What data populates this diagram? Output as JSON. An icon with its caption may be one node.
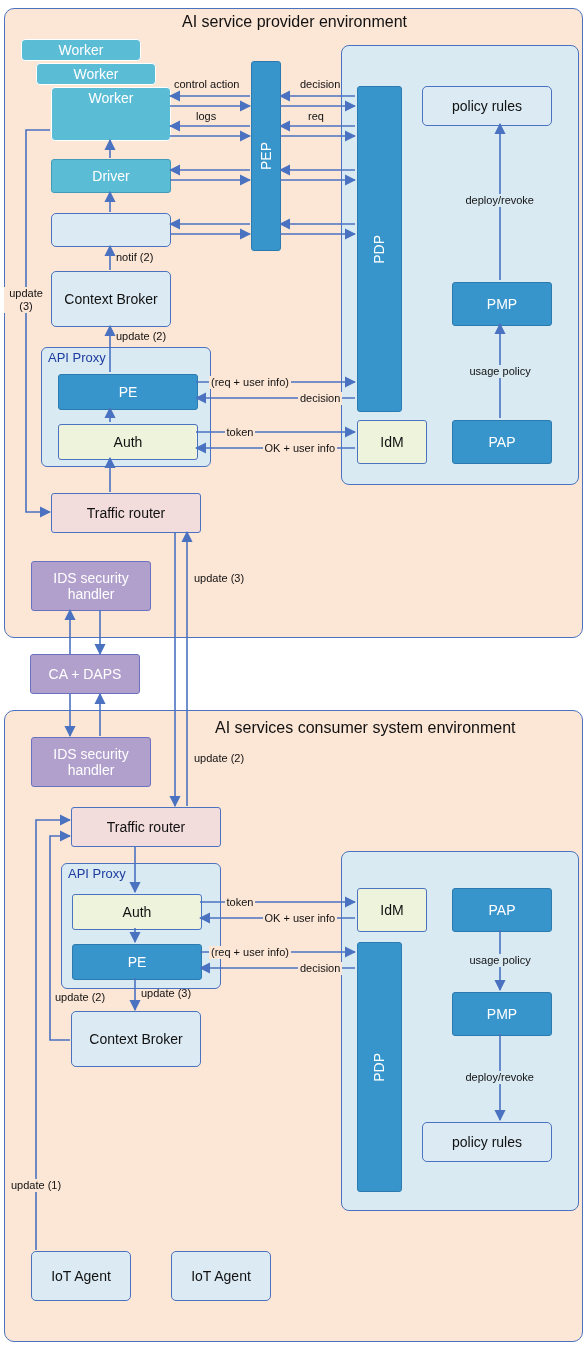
{
  "diagram": {
    "nodes": [
      {
        "text": [
          "CA + DAPS"
        ]
      },
      {
        "text": [
          "AI services consumer system environment"
        ]
      },
      {
        "text": [
          "IoT Agent"
        ],
        "in": 1
      },
      {
        "text": [
          "IoT Agent"
        ],
        "in": 1
      },
      {
        "text": [
          "Context Broker"
        ],
        "in": 1
      },
      {
        "text": [
          "API Proxy"
        ],
        "in": 1
      },
      {
        "text": [
          "PE"
        ],
        "in": 5
      },
      {
        "text": [
          "Auth"
        ],
        "in": 5
      },
      {
        "text": [
          "Traffic router"
        ],
        "in": 1
      },
      {
        "text": [
          "IDS security handler"
        ],
        "in": 1
      },
      {
        "text": [],
        "shape": "box",
        "in": 1
      },
      {
        "text": [
          "IdM"
        ],
        "in": 10
      },
      {
        "text": [
          "PAP"
        ],
        "in": 10
      },
      {
        "text": [
          "PDP"
        ],
        "in": 10
      },
      {
        "text": [
          "PMP"
        ],
        "in": 10
      },
      {
        "text": [
          "policy rules"
        ],
        "in": 10
      },
      {
        "text": [
          "AI service provider environment"
        ]
      },
      {
        "text": [
          "IDS security handler"
        ],
        "in": 16
      },
      {
        "text": [
          "Traffic router"
        ],
        "in": 16
      },
      {
        "text": [
          "API Proxy"
        ],
        "in": 16
      },
      {
        "text": [
          "Auth"
        ],
        "in": 19
      },
      {
        "text": [
          "PE"
        ],
        "in": 19
      },
      {
        "text": [
          "Context Broker"
        ],
        "in": 16
      },
      {
        "text": [],
        "shape": "box",
        "in": 16
      },
      {
        "text": [
          "Driver"
        ],
        "in": 16
      },
      {
        "text": [
          "Worker"
        ],
        "in": 16
      },
      {
        "text": [
          "Worker"
        ],
        "in": 16
      },
      {
        "text": [
          "Worker"
        ],
        "in": 16
      },
      {
        "text": [
          "PEP"
        ],
        "in": 16
      },
      {
        "text": [],
        "shape": "box",
        "in": 16
      },
      {
        "text": [
          "IdM"
        ],
        "in": 29
      },
      {
        "text": [
          "PAP"
        ],
        "in": 29
      },
      {
        "text": [
          "PDP"
        ],
        "in": 29
      },
      {
        "text": [
          "PMP"
        ],
        "in": 29
      },
      {
        "text": [
          "policy rules"
        ],
        "in": 29
      }
    ],
    "edges": [
      {
        "from": 2,
        "to": 8,
        "arrow": "to",
        "label": "update (1)"
      },
      {
        "from": 4,
        "to": 8,
        "arrow": "to",
        "label": "update (2)"
      },
      {
        "from": 8,
        "to": 7,
        "arrow": "to"
      },
      {
        "from": 7,
        "to": 6,
        "arrow": "to"
      },
      {
        "from": 6,
        "to": 4,
        "arrow": "to",
        "label": "update (3)"
      },
      {
        "from": 7,
        "to": 11,
        "arrow": "to",
        "label": "token"
      },
      {
        "from": 11,
        "to": 7,
        "arrow": "to",
        "label": "OK + user info"
      },
      {
        "from": 6,
        "to": 13,
        "arrow": "to",
        "label": "(req + user info)"
      },
      {
        "from": 13,
        "to": 6,
        "arrow": "to",
        "label": "decision"
      },
      {
        "from": 12,
        "to": 14,
        "arrow": "to",
        "label": "usage policy"
      },
      {
        "from": 14,
        "to": 15,
        "arrow": "to",
        "label": "deploy/revoke"
      },
      {
        "from": 0,
        "to": 9,
        "arrow": "to"
      },
      {
        "from": 9,
        "to": 0,
        "arrow": "to"
      },
      {
        "from": 0,
        "to": 17,
        "arrow": "to"
      },
      {
        "from": 17,
        "to": 0,
        "arrow": "to"
      },
      {
        "from": 8,
        "to": 18,
        "arrow": "to",
        "label": "update (2)"
      },
      {
        "from": 18,
        "to": 8,
        "arrow": "to",
        "label": "update (3)"
      },
      {
        "from": 18,
        "to": 20,
        "arrow": "to"
      },
      {
        "from": 20,
        "to": 21,
        "arrow": "to"
      },
      {
        "from": 21,
        "to": 22,
        "arrow": "to",
        "label": "update (2)"
      },
      {
        "from": 20,
        "to": 30,
        "arrow": "to",
        "label": "token"
      },
      {
        "from": 30,
        "to": 20,
        "arrow": "to",
        "label": "OK + user info"
      },
      {
        "from": 21,
        "to": 32,
        "arrow": "to",
        "label": "(req + user info)"
      },
      {
        "from": 32,
        "to": 21,
        "arrow": "to",
        "label": "decision"
      },
      {
        "from": 31,
        "to": 33,
        "arrow": "to",
        "label": "usage policy"
      },
      {
        "from": 33,
        "to": 34,
        "arrow": "to",
        "label": "deploy/revoke"
      },
      {
        "from": 22,
        "to": 23,
        "arrow": "to",
        "label": "notif (2)"
      },
      {
        "from": 23,
        "to": 24,
        "arrow": "to"
      },
      {
        "from": 24,
        "to": 27,
        "arrow": "to"
      },
      {
        "from": 27,
        "to": 18,
        "arrow": "to",
        "label": "update (3)"
      },
      {
        "from": 28,
        "to": 27,
        "arrow": "to",
        "label": "control action"
      },
      {
        "from": 27,
        "to": 28,
        "arrow": "to",
        "label": "logs"
      },
      {
        "from": 28,
        "to": 27,
        "arrow": "to"
      },
      {
        "from": 27,
        "to": 28,
        "arrow": "to"
      },
      {
        "from": 28,
        "to": 24,
        "arrow": "to"
      },
      {
        "from": 24,
        "to": 28,
        "arrow": "to"
      },
      {
        "from": 28,
        "to": 23,
        "arrow": "to"
      },
      {
        "from": 23,
        "to": 28,
        "arrow": "to"
      },
      {
        "from": 32,
        "to": 28,
        "arrow": "to",
        "label": "decision"
      },
      {
        "from": 28,
        "to": 32,
        "arrow": "to",
        "label": "req"
      },
      {
        "from": 32,
        "to": 28,
        "arrow": "to"
      },
      {
        "from": 28,
        "to": 32,
        "arrow": "to"
      },
      {
        "from": 32,
        "to": 28,
        "arrow": "to"
      },
      {
        "from": 28,
        "to": 32,
        "arrow": "to"
      },
      {
        "from": 32,
        "to": 28,
        "arrow": "to"
      },
      {
        "from": 28,
        "to": 32,
        "arrow": "to"
      }
    ]
  }
}
